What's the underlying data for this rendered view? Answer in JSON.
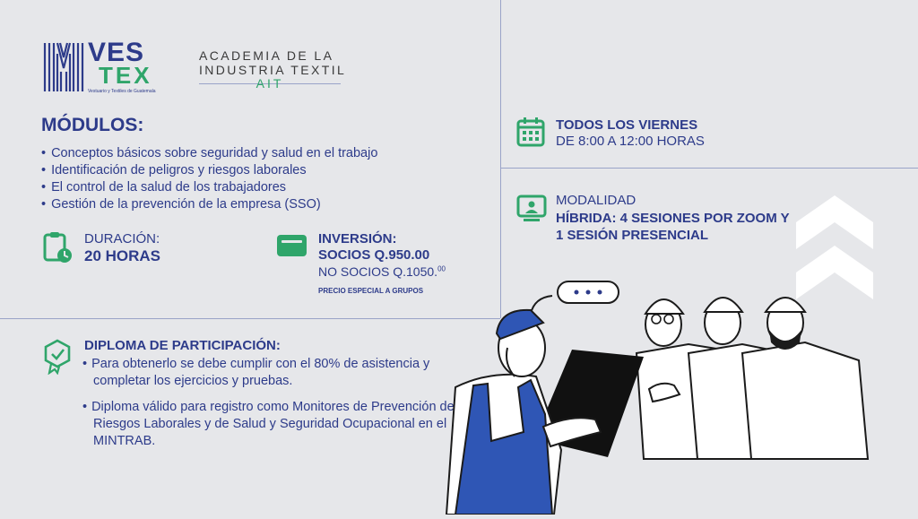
{
  "brand": {
    "logo_top": "VES",
    "logo_bottom": "TEX",
    "logo_sub": "Vestuario y Textiles de Guatemala",
    "academy_line1": "ACADEMIA DE LA",
    "academy_line2": "INDUSTRIA TEXTIL",
    "academy_acronym": "AIT"
  },
  "modules": {
    "title": "MÓDULOS:",
    "items": [
      "Conceptos básicos sobre seguridad y salud en el trabajo",
      "Identificación de peligros y riesgos laborales",
      "El control de la salud de los trabajadores",
      "Gestión de la prevención de la empresa (SSO)"
    ]
  },
  "duration": {
    "label": "DURACIÓN:",
    "value": "20 HORAS",
    "icon": "clipboard-clock-icon"
  },
  "investment": {
    "label": "INVERSIÓN:",
    "members": "SOCIOS Q.950.00",
    "non_members": "NO SOCIOS Q.1050.",
    "non_members_cents": "00",
    "groups_note": "PRECIO ESPECIAL A GRUPOS",
    "icon": "wallet-icon"
  },
  "diploma": {
    "title": "DIPLOMA DE PARTICIPACIÓN:",
    "items": [
      "Para obtenerlo se debe cumplir con el 80% de asistencia y completar los ejercicios y pruebas.",
      "Diploma válido para registro como Monitores de Prevención de Riesgos Laborales y de Salud y Seguridad Ocupacional en el MINTRAB."
    ],
    "icon": "award-badge-icon"
  },
  "schedule": {
    "title": "TODOS LOS VIERNES",
    "time": "DE 8:00 A 12:00 HORAS",
    "icon": "calendar-icon"
  },
  "modality": {
    "label": "MODALIDAD",
    "value": "HÍBRIDA: 4 SESIONES POR ZOOM Y 1 SESIÓN PRESENCIAL",
    "icon": "monitor-user-icon"
  },
  "colors": {
    "navy": "#2d3b8a",
    "green": "#2fa56a",
    "background": "#e6e7ea",
    "worker_blue": "#2f56b5"
  }
}
